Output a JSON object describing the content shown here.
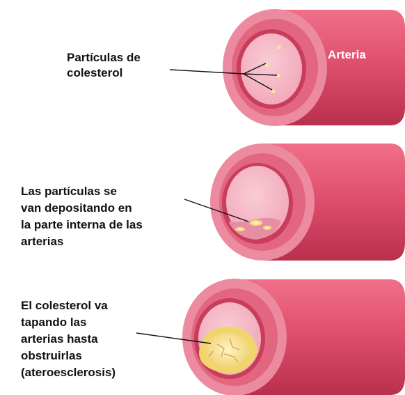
{
  "colors": {
    "outer_wall": "#e0506e",
    "outer_wall_dark": "#c0304e",
    "rim": "#f2a2b2",
    "inner_ring": "#c83c5c",
    "lumen": "#f5b8c6",
    "plaque": "#f4e08e",
    "particle": "#f6e6a4",
    "leader_line": "#111111"
  },
  "panels": [
    {
      "id": "stage-1",
      "label_lines": [
        "Partículas de",
        "colesterol"
      ],
      "artery_label": "Arteria"
    },
    {
      "id": "stage-2",
      "label_lines": [
        "Las partículas se",
        "van depositando en",
        "la parte interna de las",
        "arterias"
      ]
    },
    {
      "id": "stage-3",
      "label_lines": [
        "El colesterol va",
        "tapando las",
        "arterias hasta",
        "obstruirlas",
        "(ateroesclerosis)"
      ]
    }
  ]
}
